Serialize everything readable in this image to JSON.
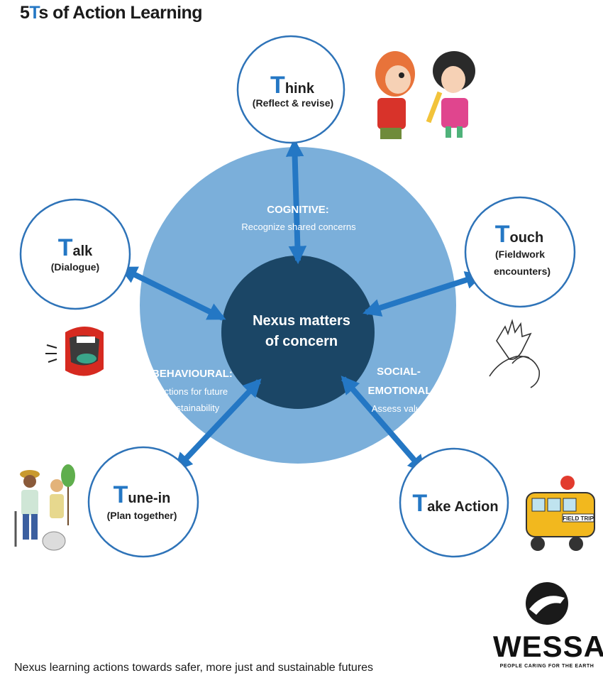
{
  "title": {
    "prefix": "5",
    "accent": "T",
    "suffix": "s of Action Learning"
  },
  "center": {
    "line1": "Nexus matters",
    "line2": "of concern"
  },
  "domains": {
    "cognitive": {
      "heading": "COGNITIVE:",
      "description": "Recognize shared concerns"
    },
    "behavioural": {
      "heading": "BEHAVIOURAL:",
      "line1": "Actions for future",
      "line2": "sustainability"
    },
    "social": {
      "heading1": "SOCIAL-",
      "heading2": "EMOTIONAL:",
      "description": "Assess value"
    }
  },
  "nodes": {
    "think": {
      "letter": "T",
      "rest": "hink",
      "sub": "(Reflect & revise)"
    },
    "talk": {
      "letter": "T",
      "rest": "alk",
      "sub": "(Dialogue)"
    },
    "touch": {
      "letter": "T",
      "rest": "ouch",
      "sub1": "(Fieldwork",
      "sub2": "encounters)"
    },
    "tunein": {
      "letter": "T",
      "rest": "une-in",
      "sub": "(Plan together)"
    },
    "takeaction": {
      "letter": "T",
      "rest": "ake Action"
    }
  },
  "illustrations": {
    "think": "children-thinking-illustration",
    "talk": "talking-mouth-illustration",
    "touch": "hands-touching-illustration",
    "tunein": "planting-tree-illustration",
    "takeaction": "field-trip-bus-illustration",
    "bus_sign": "FIELD TRIP"
  },
  "footer": "Nexus learning actions towards safer, more just and sustainable futures",
  "logo": {
    "word": "WESSA",
    "tagline": "PEOPLE CARING FOR THE EARTH"
  },
  "colors": {
    "outer_ring": "#7bafda",
    "core": "#1b4666",
    "arrow": "#2477c4",
    "node_border": "#2e73b8",
    "letter_accent": "#2477c4"
  }
}
